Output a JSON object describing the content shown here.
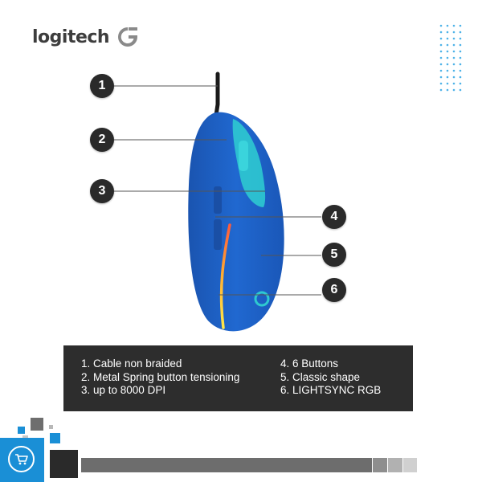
{
  "brand": {
    "name": "logitech",
    "logo_icon": "logitech-g-icon"
  },
  "callouts": [
    "1",
    "2",
    "3",
    "4",
    "5",
    "6"
  ],
  "features": {
    "left": [
      "1. Cable non braided",
      "2. Metal Spring button tensioning",
      "3. up to 8000 DPI"
    ],
    "right": [
      "4. 6 Buttons",
      "5. Classic shape",
      "6. LIGHTSYNC RGB"
    ]
  },
  "colors": {
    "mouse_blue": "#1f63c9",
    "accent_teal": "#2ec9d0",
    "box_bg": "#2d2d2d",
    "callout_bg": "#2a2a2a",
    "deco_blue": "#1a8fd6"
  },
  "icons": [
    "logitech-g-icon",
    "shopping-cart-icon"
  ]
}
